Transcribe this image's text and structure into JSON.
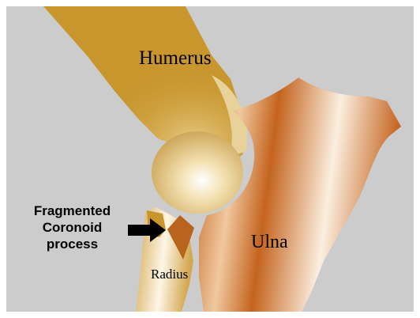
{
  "labels": {
    "humerus": "Humerus",
    "ulna": "Ulna",
    "radius": "Radius",
    "fragment_line1": "Fragmented",
    "fragment_line2": "Coronoid",
    "fragment_line3": "process"
  },
  "colors": {
    "background": "#cccccc",
    "humerus": "#c8962d",
    "ulna": "#c4641e",
    "radius": "#d8b060",
    "fragment": "#b8641e",
    "arrow": "#000000"
  }
}
